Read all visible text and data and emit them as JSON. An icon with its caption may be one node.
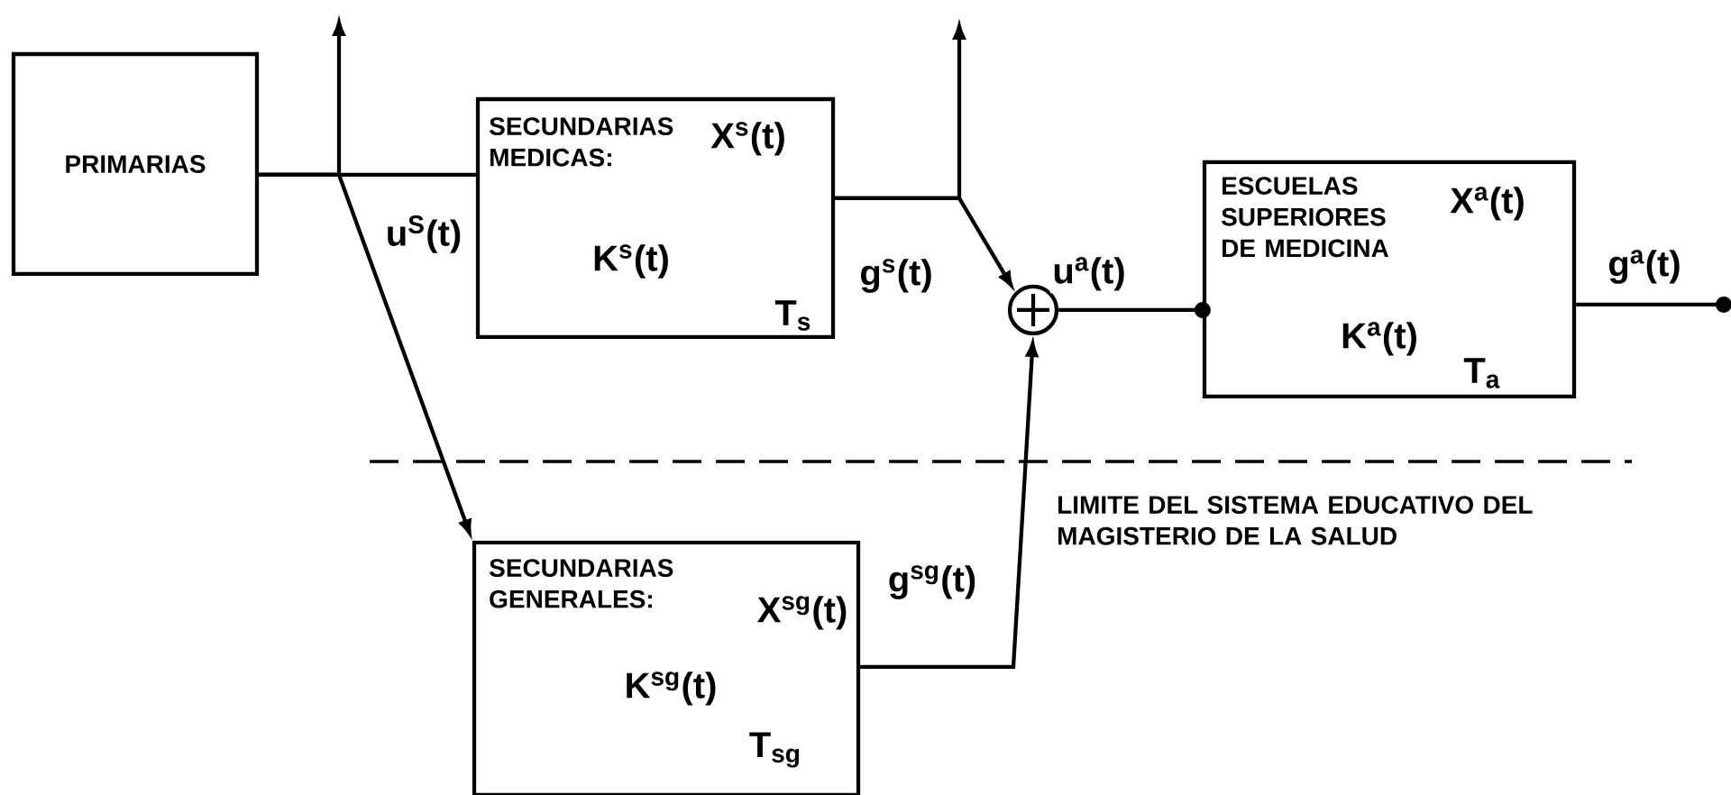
{
  "diagram": {
    "nodes": [
      {
        "text": [
          "PRIMARIAS"
        ]
      },
      {
        "text": [
          "SECUNDARIAS MEDICAS:",
          "X$^{s}$(t)",
          "K$^{s}$(t)",
          "T$_{s}$"
        ]
      },
      {
        "text": [],
        "shape": "circle"
      },
      {
        "text": [
          "ESCUELAS SUPERIORES DE MEDICINA",
          "X$^{a}$(t)",
          "K$^{a}$(t)",
          "T$_{a}$"
        ]
      },
      {
        "text": [
          "SECUNDARIAS GENERALES:",
          "X$^{sg}$(t)",
          "K$^{sg}$(t)",
          "T$_{sg}$"
        ]
      }
    ],
    "edges": [
      {
        "from": 0,
        "to": 1,
        "arrow": "none"
      },
      {
        "from": 0,
        "to": null,
        "arrow": "to"
      },
      {
        "from": 0,
        "to": 4,
        "arrow": "to",
        "label": "u$^{S}$(t)"
      },
      {
        "from": 1,
        "to": 2,
        "arrow": "to",
        "label": "g$^{s}$(t)"
      },
      {
        "from": 1,
        "to": null,
        "arrow": "to"
      },
      {
        "from": 4,
        "to": 2,
        "arrow": "to",
        "label": "g$^{sg}$(t)"
      },
      {
        "from": 2,
        "to": 3,
        "arrow": "other",
        "label": "u$^{a}$(t)"
      },
      {
        "from": 3,
        "to": null,
        "arrow": "other",
        "label": "g$^{a}$(t)"
      }
    ],
    "labels": [
      "LIMITE DEL SISTEMA EDUCATIVO DEL MAGISTERIO DE LA SALUD"
    ]
  }
}
